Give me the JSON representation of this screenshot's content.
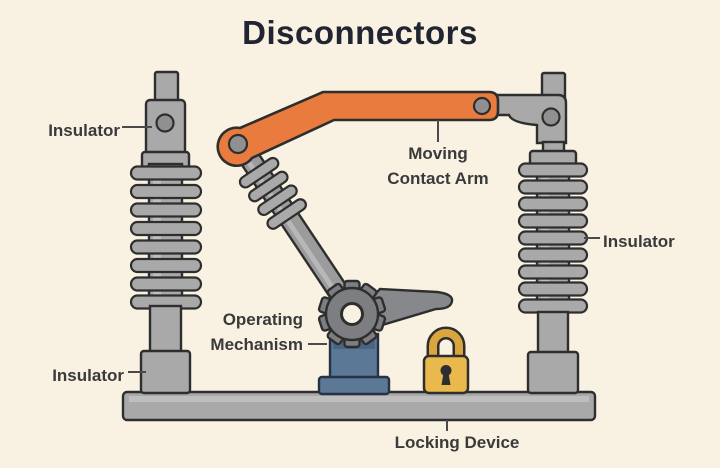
{
  "title": "Disconnectors",
  "labels": {
    "insulator_top_left": "Insulator",
    "insulator_bottom_left": "Insulator",
    "insulator_right": "Insulator",
    "moving_contact_arm_line1": "Moving",
    "moving_contact_arm_line2": "Contact Arm",
    "operating_mechanism_line1": "Operating",
    "operating_mechanism_line2": "Mechanism",
    "locking_device": "Locking Device"
  },
  "components": [
    "insulator-left",
    "insulator-right",
    "moving-contact-arm",
    "operating-mechanism",
    "locking-device",
    "base-platform"
  ],
  "colors": {
    "bg": "#f9f2e3",
    "accent": "#e87b3d",
    "metal": "#a9a9a9",
    "metal-dark": "#909090",
    "steel": "#5b7896",
    "steel-dark": "#4a6584",
    "gold": "#e9b94d",
    "gold-dark": "#d9a53f",
    "outline": "#2e2e2e",
    "label": "#3a3a3a",
    "title": "#202531",
    "leader": "#4a4a4a"
  }
}
